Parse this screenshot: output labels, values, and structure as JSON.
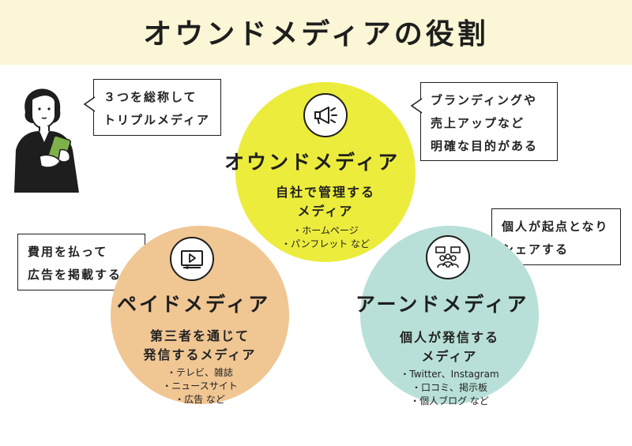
{
  "title": "オウンドメディアの役割",
  "callouts": {
    "triple": [
      "３つを総称して",
      "トリプルメディア"
    ],
    "owned": [
      "ブランディングや",
      "売上アップなど",
      "明確な目的がある"
    ],
    "paid": [
      "費用を払って",
      "広告を掲載する"
    ],
    "earned": [
      "個人が起点となり",
      "シェアする"
    ]
  },
  "owned": {
    "name": "オウンドメディア",
    "desc": [
      "自社で管理する",
      "メディア"
    ],
    "items": [
      "・ホームページ",
      "・パンフレット など"
    ],
    "icon": "megaphone-icon",
    "color": "#ecec3c"
  },
  "paid": {
    "name": "ペイドメディア",
    "desc": [
      "第三者を通じて",
      "発信するメディア"
    ],
    "items": [
      "・テレビ、雑誌",
      "・ニュースサイト",
      "・広告 など"
    ],
    "icon": "video-player-icon",
    "color": "#f0c693"
  },
  "earned": {
    "name": "アーンドメディア",
    "desc": [
      "個人が発信する",
      "メディア"
    ],
    "items": [
      "・Twitter、Instagram",
      "・口コミ、掲示板",
      "・個人ブログ など"
    ],
    "icon": "group-chat-icon",
    "color": "#b8e0d8"
  }
}
